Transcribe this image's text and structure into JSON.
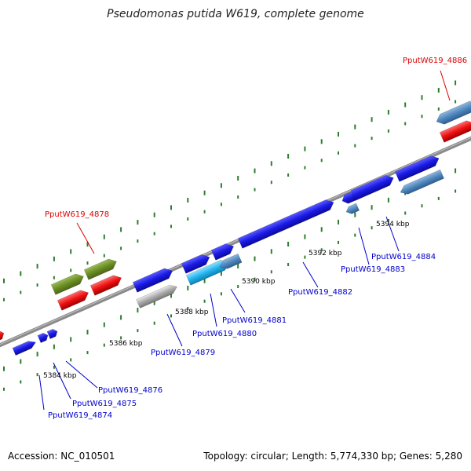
{
  "title": "Pseudomonas putida W619, complete genome",
  "footer": {
    "accession": "Accession: NC_010501",
    "stats": "Topology: circular; Length: 5,774,330 bp; Genes: 5,280"
  },
  "colors": {
    "backbone": "#8a8a8a",
    "tick": "#2e7d2e",
    "label_blue": "#0000cc",
    "label_red": "#dd0000",
    "gene_blue": "#1a1ae6",
    "gene_steel": "#4f86bd",
    "gene_olive": "#6b8e23",
    "gene_red": "#ee1111",
    "gene_cyan": "#22b4ee",
    "gene_gray": "#aaaaaa"
  },
  "scale_labels": [
    "5384 kbp",
    "5386 kbp",
    "5388 kbp",
    "5390 kbp",
    "5392 kbp",
    "5394 kbp"
  ],
  "gene_labels": {
    "red": [
      "PputW619_4878",
      "PputW619_4886"
    ],
    "blue": [
      "PputW619_4874",
      "PputW619_4875",
      "PputW619_4876",
      "PputW619_4879",
      "PputW619_4880",
      "PputW619_4881",
      "PputW619_4882",
      "PputW619_4883",
      "PputW619_4884"
    ]
  }
}
